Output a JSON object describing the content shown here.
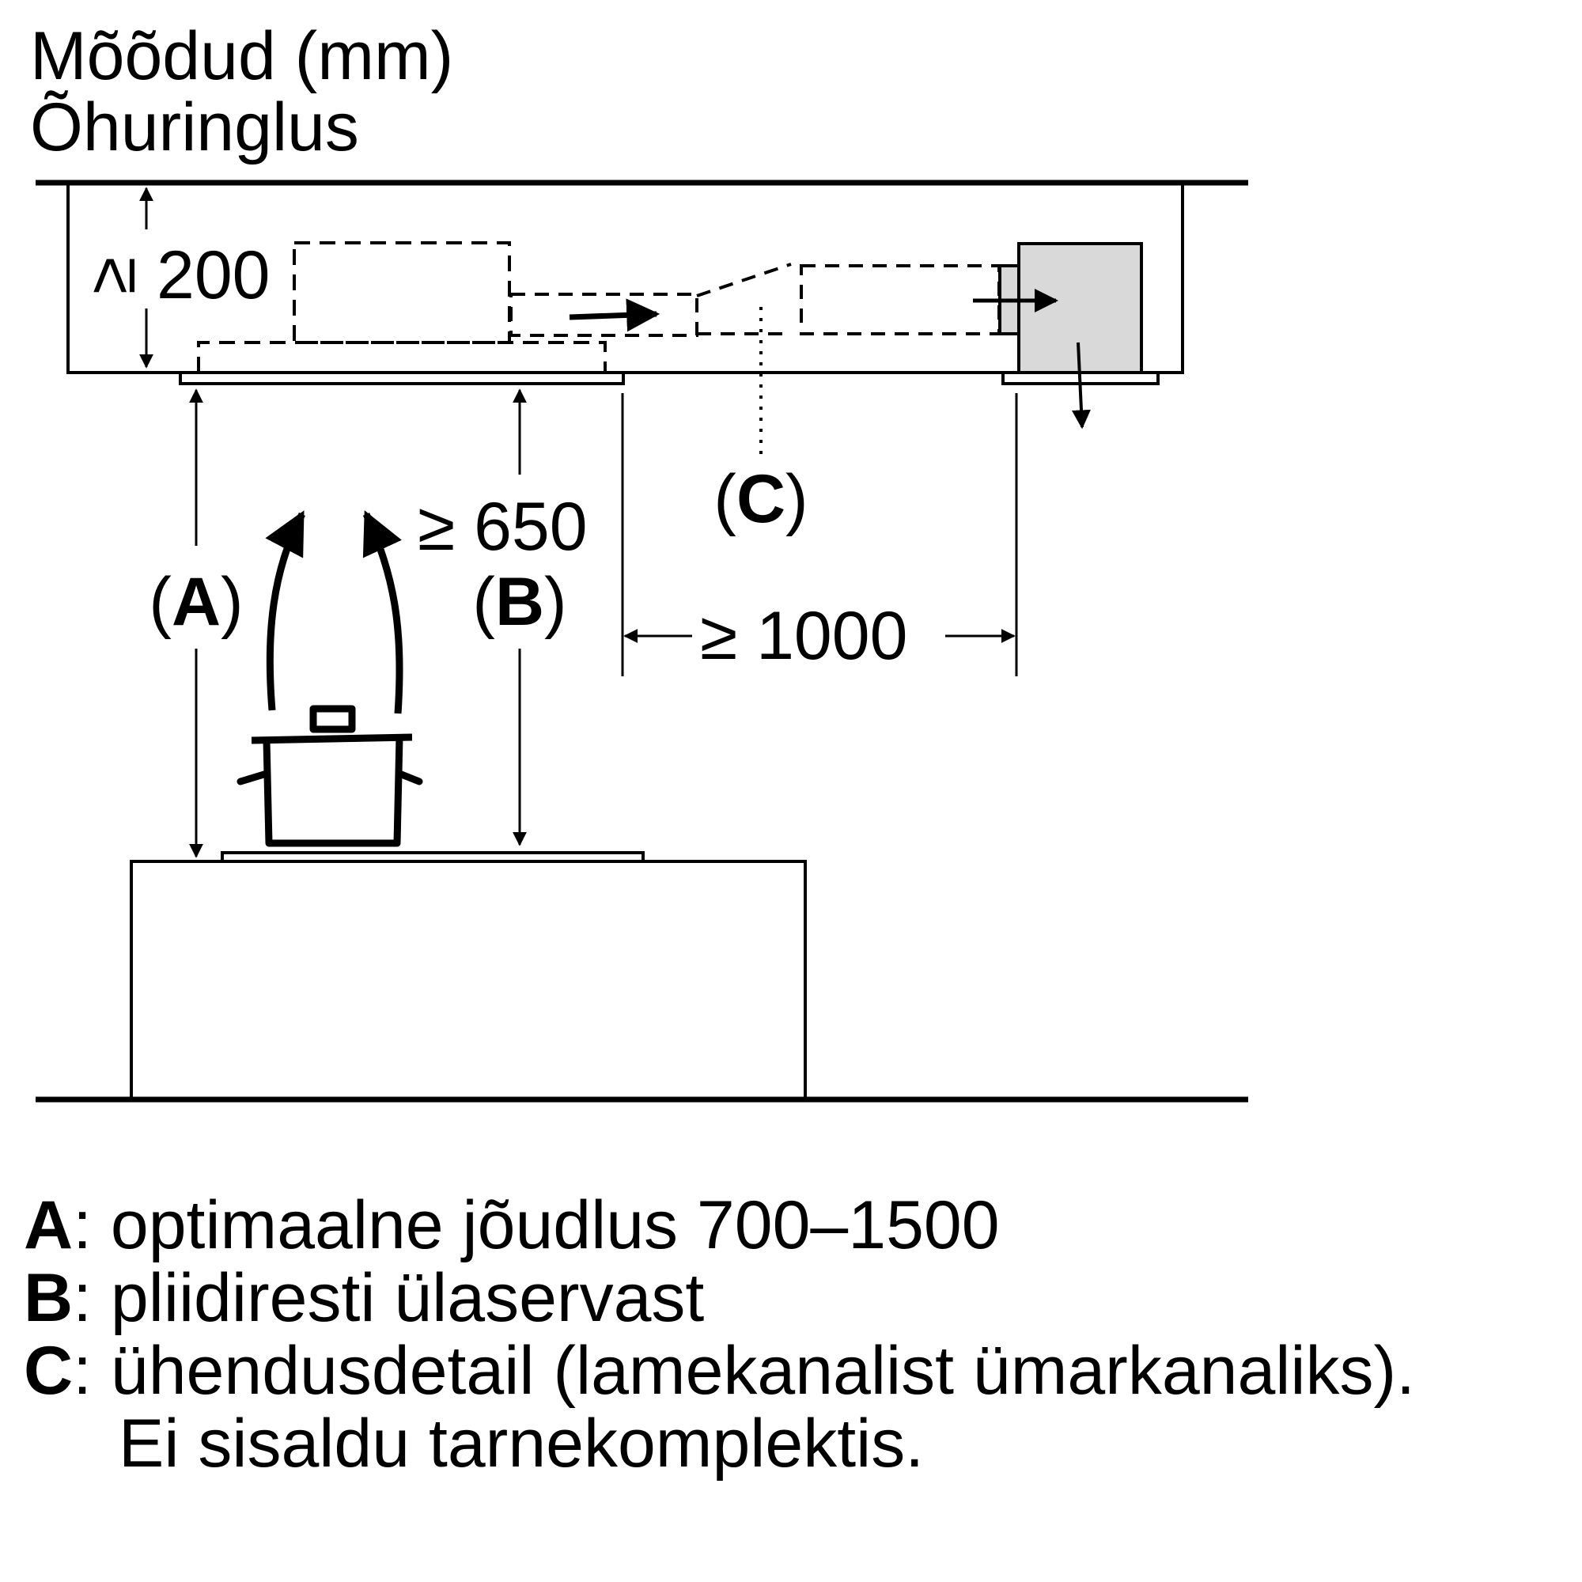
{
  "title": {
    "line1": "Mõõdud (mm)",
    "line2": "Õhuringlus"
  },
  "dimensions": {
    "ceiling_gap": "≥ 200",
    "hob_clearance": "≥ 650",
    "distance": "≥ 1000"
  },
  "labels": {
    "a": "A",
    "b": "B",
    "c": "C"
  },
  "legend": {
    "a_key": "A",
    "a_text": ": optimaalne jõudlus 700–1500",
    "b_key": "B",
    "b_text": ": pliidiresti ülaservast",
    "c_key": "C",
    "c_text": ": ühendusdetail (lamekanalist ümarkanaliks).",
    "c_text2": "Ei sisaldu tarnekomplektis."
  },
  "colors": {
    "line": "#000000",
    "fan_box": "#d9d9d9"
  }
}
